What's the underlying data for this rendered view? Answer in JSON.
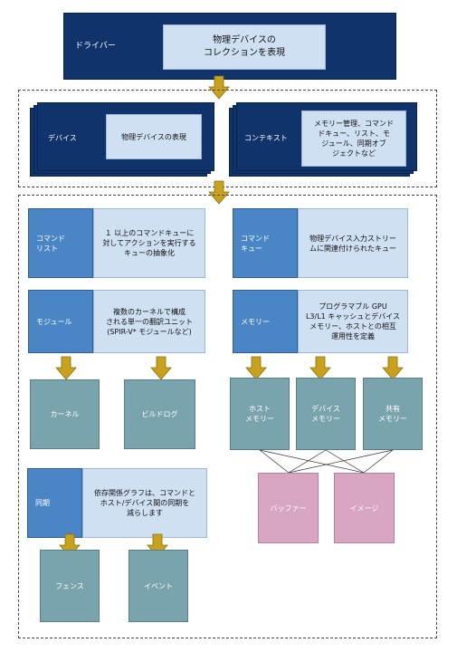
{
  "colors": {
    "navy": "#11336b",
    "blue": "#4a86c5",
    "light_blue": "#cfe0f2",
    "teal": "#7aa4ad",
    "pink": "#d8a6c2",
    "arrow": "#c8a21a"
  },
  "driver": {
    "label": "ドライバー",
    "desc_line1": "物理デバイスの",
    "desc_line2": "コレクションを表現"
  },
  "device": {
    "label": "デバイス",
    "desc": "物理デバイスの表現"
  },
  "context": {
    "label": "コンテキスト",
    "desc_line1": "メモリー管理、コマンド",
    "desc_line2": "ドキュー、リスト、モ",
    "desc_line3": "ジュール、同期オブ",
    "desc_line4": "ジェクトなど"
  },
  "command_list": {
    "label_line1": "コマンド",
    "label_line2": "リスト",
    "desc_line1": "１ 以上のコマンドキューに",
    "desc_line2": "対してアクションを実行する",
    "desc_line3": "キューの抽象化"
  },
  "command_queue": {
    "label_line1": "コマンド",
    "label_line2": "キュー",
    "desc_line1": "物理デバイス入力ストリー",
    "desc_line2": "ムに関連付けられたキュー"
  },
  "module": {
    "label": "モジュール",
    "desc_line1": "複数のカーネルで構成",
    "desc_line2": "される単一の翻訳ユニット",
    "desc_line3": "(SPIR-V* モジュールなど)"
  },
  "memory": {
    "label": "メモリー",
    "desc_line1": "プログラマブル GPU",
    "desc_line2": "L3/L1 キャッシュとデバイス",
    "desc_line3": "メモリー、ホストとの相互",
    "desc_line4": "運用性を定義"
  },
  "kernel": {
    "label": "カーネル"
  },
  "build_log": {
    "label": "ビルドログ"
  },
  "host_memory": {
    "line1": "ホスト",
    "line2": "メモリー"
  },
  "device_memory": {
    "line1": "デバイス",
    "line2": "メモリー"
  },
  "shared_memory": {
    "line1": "共有",
    "line2": "メモリー"
  },
  "sync": {
    "label": "同期",
    "desc_line1": "依存関係グラフは、コマンドと",
    "desc_line2": "ホスト/デバイス間の同期を",
    "desc_line3": "減らします"
  },
  "buffer": {
    "label": "バッファー"
  },
  "image": {
    "label": "イメージ"
  },
  "fence": {
    "label": "フェンス"
  },
  "event": {
    "label": "イベント"
  }
}
